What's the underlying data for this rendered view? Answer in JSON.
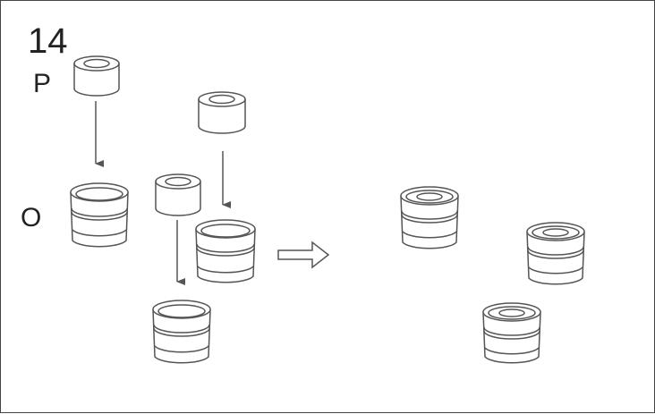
{
  "step_number": "14",
  "labels": {
    "p": "P",
    "o": "O"
  },
  "colors": {
    "stroke": "#555555",
    "fill": "#ffffff",
    "border": "#444444"
  },
  "icons": {
    "transition": "hollow-right-arrow-icon",
    "insert": "down-arrow-icon"
  }
}
